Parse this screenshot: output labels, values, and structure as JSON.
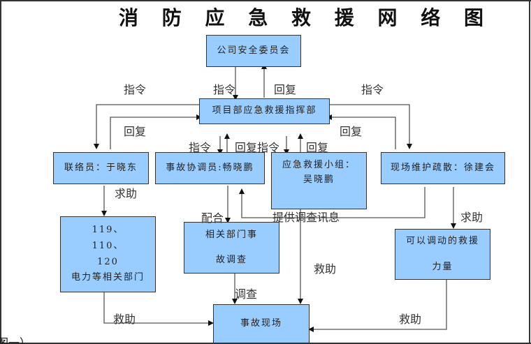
{
  "title": "消 防 应 急 救 援 网 络 图",
  "colors": {
    "box_fill": "#99ccff",
    "box_border": "#333333",
    "line": "#555555"
  },
  "nodes": {
    "committee": {
      "lines": [
        "公司安全委员会"
      ]
    },
    "command": {
      "lines": [
        "项目部应急救援指挥部"
      ]
    },
    "liaison": {
      "lines": [
        "联络员：于晓东"
      ]
    },
    "coordinator": {
      "lines": [
        "事故协调员:畅晓鹏"
      ]
    },
    "rescue_team": {
      "lines": [
        "应急救援小组：",
        "吴晓鹏"
      ]
    },
    "site_maintenance": {
      "lines": [
        "现场维护疏散：徐建会"
      ]
    },
    "emergency_services": {
      "lines": [
        "119、",
        "110、",
        "120",
        "电力等相关部门"
      ]
    },
    "investigation": {
      "lines": [
        "相关部门事",
        "故调查"
      ]
    },
    "rescue_forces": {
      "lines": [
        "可以调动的救援",
        "力量"
      ]
    },
    "accident_site": {
      "lines": [
        "事故现场"
      ]
    }
  },
  "edge_labels": {
    "cmd_left": "指令",
    "cmd_top": "指令",
    "reply_top": "回复",
    "cmd_right": "指令",
    "reply_left": "回复",
    "reply_right": "回复",
    "cmd_coord": "指令",
    "reply_coord_cmd_rescue": "回复指令",
    "reply_rescue": "回复",
    "help_liaison": "求助",
    "cooperate": "配合",
    "provide_info": "提供调查讯息",
    "help_site": "求助",
    "rescue_mid": "救助",
    "investigate": "调查",
    "rescue_left": "救助",
    "rescue_right": "救助"
  },
  "caption": "图一）"
}
